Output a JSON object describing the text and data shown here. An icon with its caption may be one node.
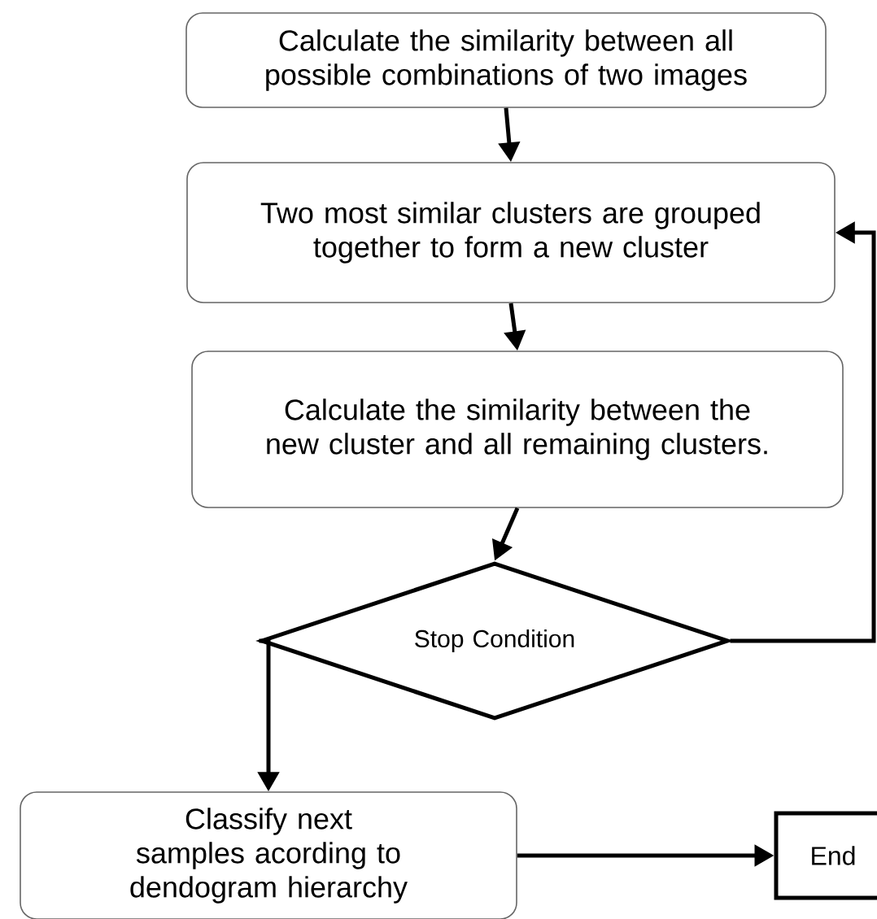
{
  "diagram": {
    "nodes": [
      {
        "text": [
          "Calculate the similarity between all possible combinations of two images"
        ]
      },
      {
        "text": [
          "Two most similar clusters are grouped together to form a new cluster"
        ]
      },
      {
        "text": [
          "Calculate the similarity between the new cluster and all remaining clusters."
        ]
      },
      {
        "text": [
          "Stop Condition"
        ]
      },
      {
        "text": [
          "Classify next samples acording to dendogram hierarchy"
        ]
      },
      {
        "text": [
          "End"
        ]
      }
    ],
    "edges": [
      {
        "from": 0,
        "to": 1,
        "arrow": "to"
      },
      {
        "from": 1,
        "to": 2,
        "arrow": "to"
      },
      {
        "from": 2,
        "to": 3,
        "arrow": "to"
      },
      {
        "from": 3,
        "to": 1,
        "arrow": "to"
      },
      {
        "from": 3,
        "to": 4,
        "arrow": "to"
      },
      {
        "from": 4,
        "to": 5,
        "arrow": "to"
      }
    ]
  }
}
